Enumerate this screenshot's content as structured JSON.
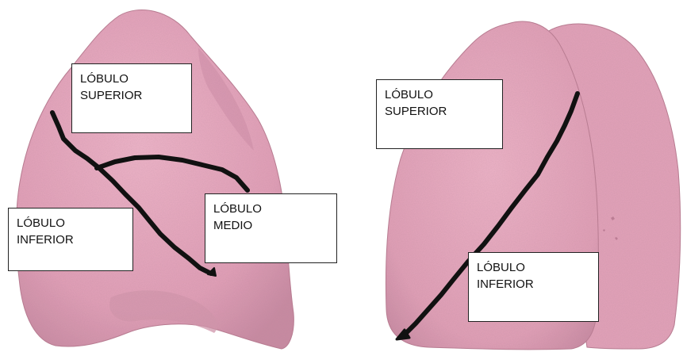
{
  "figure": {
    "colors": {
      "lung_fill": "#e6a6bd",
      "lung_shade": "#c98aa2",
      "fissure_line": "#111111",
      "box_border": "#222222",
      "background": "#ffffff"
    },
    "left_lung": {
      "labels": {
        "superior": {
          "line1": "LÓBULO",
          "line2": "SUPERIOR"
        },
        "medio": {
          "line1": "LÓBULO",
          "line2": "MEDIO"
        },
        "inferior": {
          "line1": "LÓBULO",
          "line2": "INFERIOR"
        }
      }
    },
    "right_lung": {
      "labels": {
        "superior": {
          "line1": "LÓBULO",
          "line2": "SUPERIOR"
        },
        "inferior": {
          "line1": "LÓBULO",
          "line2": "INFERIOR"
        }
      }
    }
  }
}
